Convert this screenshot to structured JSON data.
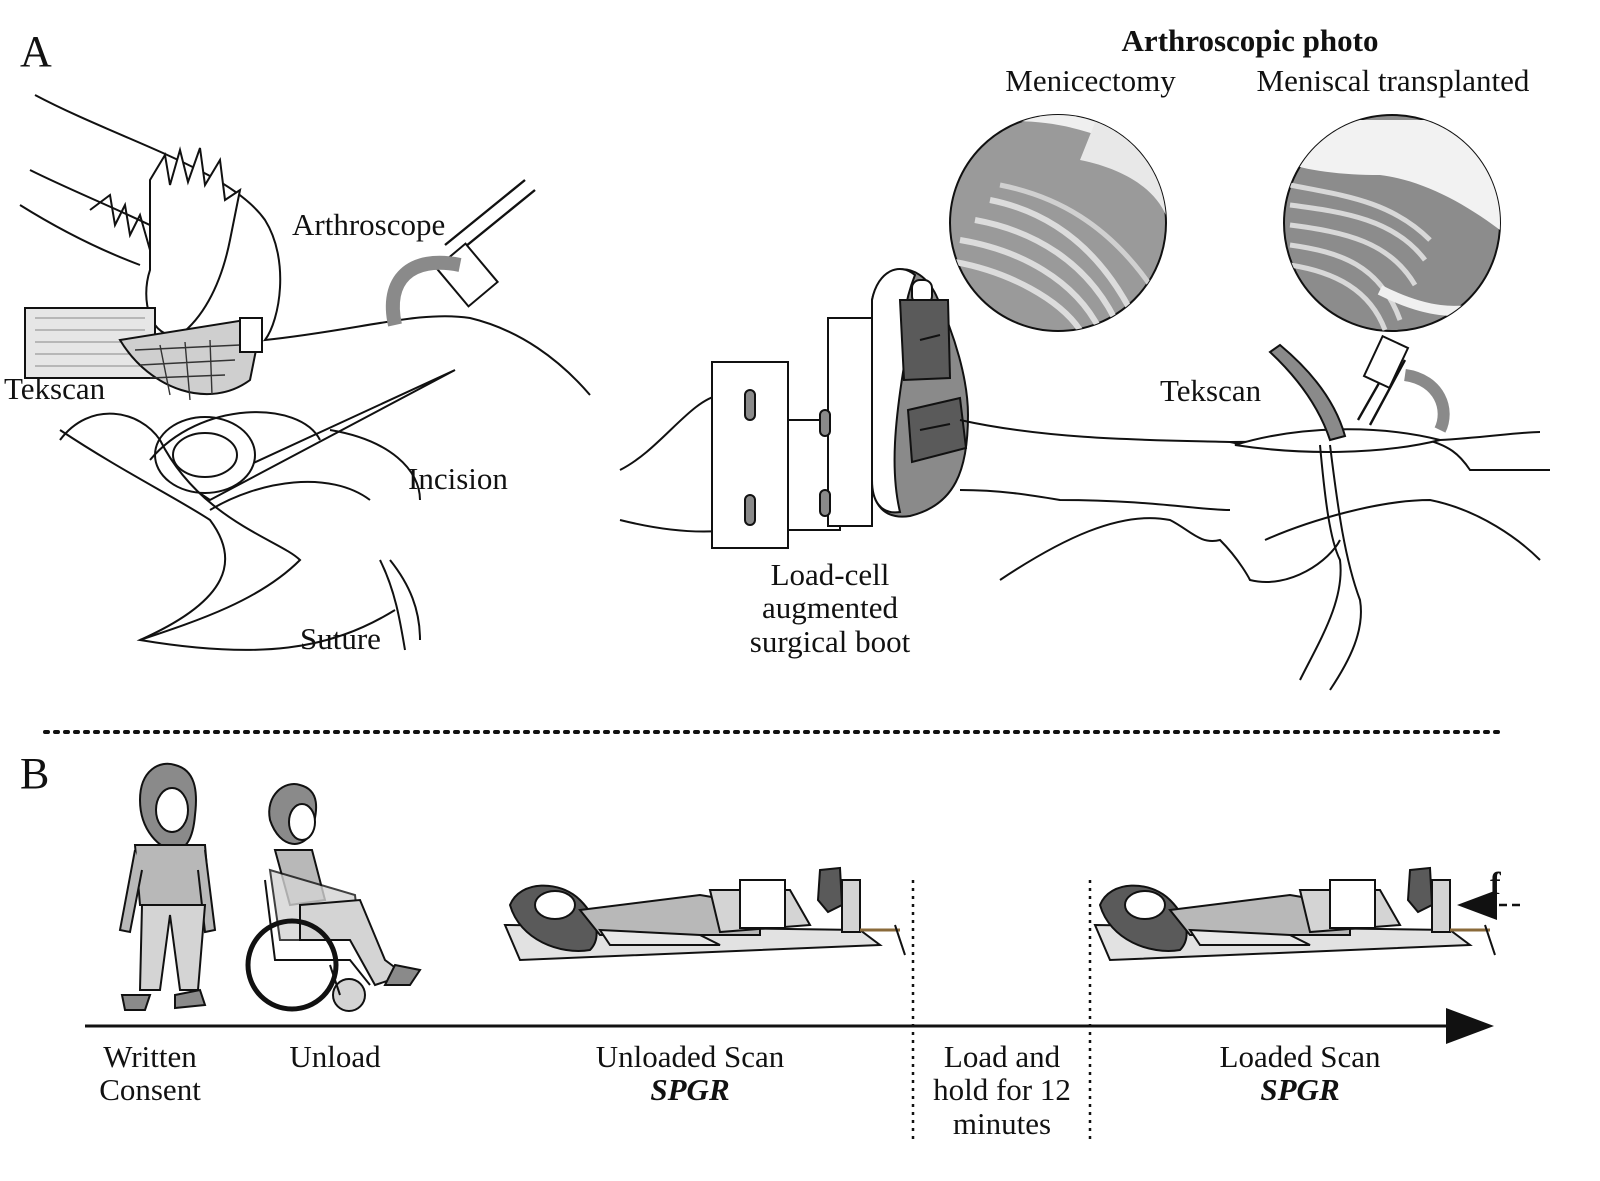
{
  "panel_a": {
    "letter": "A",
    "labels": {
      "arthroscope": "Arthroscope",
      "tekscan_left": "Tekscan",
      "incision": "Incision",
      "suture": "Suture",
      "boot_line1": "Load-cell",
      "boot_line2": "augmented",
      "boot_line3": "surgical boot",
      "tekscan_right": "Tekscan"
    },
    "photo_heading": "Arthroscopic photo",
    "photo_captions": [
      "Menicectomy",
      "Meniscal transplanted"
    ]
  },
  "panel_b": {
    "letter": "B",
    "force_symbol": "f",
    "steps": [
      {
        "line1": "Written",
        "line2": "Consent"
      },
      {
        "line1": "Unload",
        "line2": ""
      },
      {
        "line1": "Unloaded Scan",
        "line2": "SPGR"
      },
      {
        "line1": "Load and",
        "line2": "hold for 12",
        "line3": "minutes"
      },
      {
        "line1": "Loaded Scan",
        "line2": "SPGR"
      }
    ]
  },
  "colors": {
    "line": "#111111",
    "light_fill": "#d4d4d4",
    "mid_fill": "#8a8a8a",
    "dark_fill": "#5a5a5a"
  }
}
